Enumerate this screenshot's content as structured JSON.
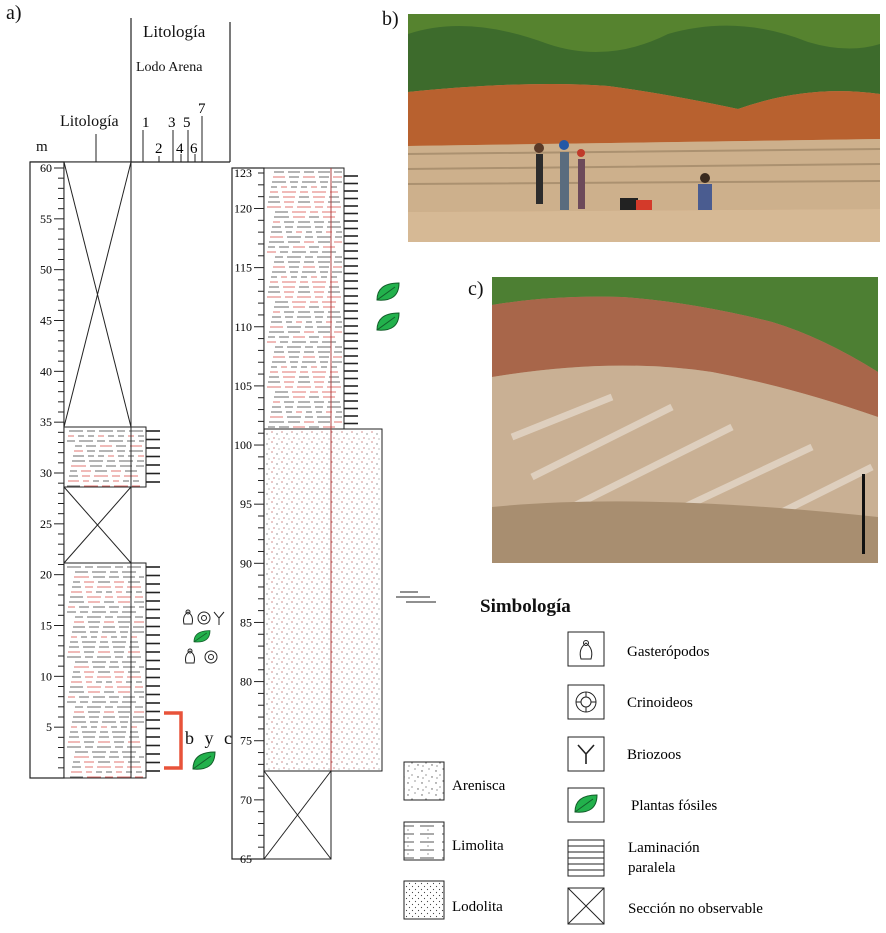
{
  "panels": {
    "a": "a)",
    "b": "b)",
    "c": "c)"
  },
  "header": {
    "lithology_title": "Litología",
    "grain_label": "Lodo Arena",
    "grain_ticks": [
      "1",
      "2",
      "3",
      "4",
      "5",
      "6",
      "7"
    ],
    "left_lithology": "Litología",
    "unit": "m"
  },
  "scale_left": {
    "ticks": [
      "60",
      "55",
      "50",
      "45",
      "40",
      "35",
      "30",
      "25",
      "20",
      "15",
      "10",
      "5"
    ]
  },
  "scale_right": {
    "ticks": [
      "123",
      "120",
      "115",
      "110",
      "105",
      "100",
      "95",
      "90",
      "85",
      "80",
      "75",
      "70",
      "65"
    ]
  },
  "photo_marker": "b y c",
  "legend": {
    "title": "Simbología",
    "lithologies": [
      {
        "label": "Arenisca"
      },
      {
        "label": "Limolita"
      },
      {
        "label": "Lodolita"
      }
    ],
    "symbols": [
      {
        "label": "Gasterópodos",
        "icon": "gastropod-icon"
      },
      {
        "label": "Crinoideos",
        "icon": "crinoid-icon"
      },
      {
        "label": "Briozoos",
        "icon": "bryozoan-icon"
      },
      {
        "label": "Plantas fósiles",
        "icon": "leaf-icon"
      },
      {
        "label": "Laminación paralela",
        "icon": "parallel-lamination-icon"
      },
      {
        "label": "Sección no observable",
        "icon": "cross-box-icon"
      }
    ]
  },
  "colors": {
    "leaf": "#22b14c",
    "bracket": "#e8533a",
    "red_lines": "#d9534f"
  }
}
